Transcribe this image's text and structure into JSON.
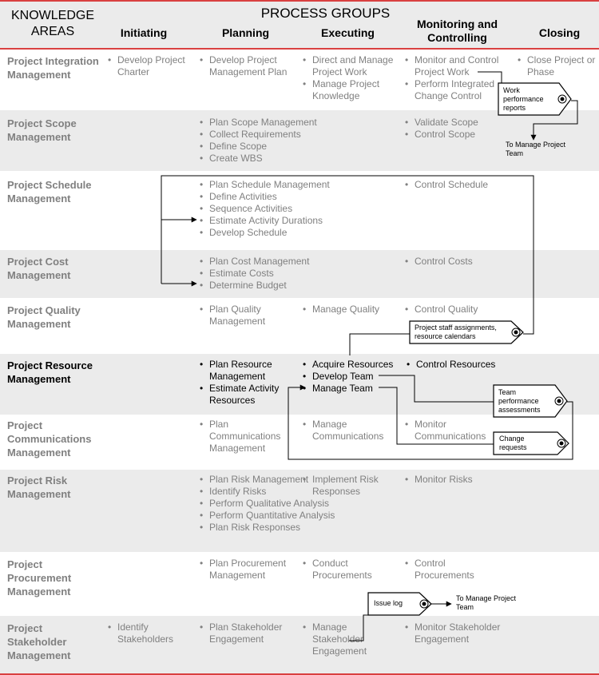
{
  "header": {
    "knowledge_areas": "KNOWLEDGE AREAS",
    "process_groups": "PROCESS GROUPS",
    "columns": [
      "Initiating",
      "Planning",
      "Executing",
      "Monitoring and Controlling",
      "Closing"
    ]
  },
  "rows": [
    {
      "area": "Project Integration Management",
      "initiating": [
        "Develop Project Charter"
      ],
      "planning": [
        "Develop Project Management Plan"
      ],
      "executing": [
        "Direct and Manage Project Work",
        "Manage Project Knowledge"
      ],
      "monitoring": [
        "Monitor and Control Project Work",
        "Perform Integrated Change Control"
      ],
      "closing": [
        "Close Project or Phase"
      ]
    },
    {
      "area": "Project Scope Management",
      "planning": [
        "Plan Scope Management",
        "Collect Requirements",
        "Define Scope",
        "Create WBS"
      ],
      "monitoring": [
        "Validate Scope",
        "Control Scope"
      ]
    },
    {
      "area": "Project Schedule Management",
      "planning": [
        "Plan Schedule Management",
        "Define Activities",
        "Sequence Activities",
        "Estimate Activity Durations",
        "Develop Schedule"
      ],
      "monitoring": [
        "Control Schedule"
      ]
    },
    {
      "area": "Project Cost Management",
      "planning": [
        "Plan Cost Management",
        "Estimate Costs",
        "Determine Budget"
      ],
      "monitoring": [
        "Control Costs"
      ]
    },
    {
      "area": "Project Quality Management",
      "planning": [
        "Plan Quality Management"
      ],
      "executing": [
        "Manage Quality"
      ],
      "monitoring": [
        "Control Quality"
      ]
    },
    {
      "area": "Project Resource Management",
      "planning": [
        "Plan Resource Management",
        "Estimate Activity Resources"
      ],
      "executing": [
        "Acquire Resources",
        "Develop Team",
        "Manage Team"
      ],
      "monitoring": [
        "Control Resources"
      ]
    },
    {
      "area": "Project Communications Management",
      "planning": [
        "Plan Communications Management"
      ],
      "executing": [
        "Manage Communications"
      ],
      "monitoring": [
        "Monitor Communications"
      ]
    },
    {
      "area": "Project Risk Management",
      "planning": [
        "Plan Risk Management",
        "Identify Risks",
        "Perform Qualitative Analysis",
        "Perform Quantitative Analysis",
        "Plan Risk Responses"
      ],
      "executing": [
        "Implement Risk Responses"
      ],
      "monitoring": [
        "Monitor Risks"
      ]
    },
    {
      "area": "Project Procurement Management",
      "planning": [
        "Plan Procurement Management"
      ],
      "executing": [
        "Conduct Procurements"
      ],
      "monitoring": [
        "Control Procurements"
      ]
    },
    {
      "area": "Project Stakeholder Management",
      "initiating": [
        "Identify Stakeholders"
      ],
      "planning": [
        "Plan Stakeholder Engagement"
      ],
      "executing": [
        "Manage Stakeholder Engagement"
      ],
      "monitoring": [
        "Monitor Stakeholder Engagement"
      ]
    }
  ],
  "tags": {
    "work_performance_reports": "Work performance reports",
    "to_manage_team_1": "To Manage Project Team",
    "staff_assignments": "Project staff assignments, resource calendars",
    "team_assessments": "Team performance assessments",
    "change_requests": "Change requests",
    "issue_log": "Issue log",
    "to_manage_team_2": "To Manage Project Team"
  }
}
